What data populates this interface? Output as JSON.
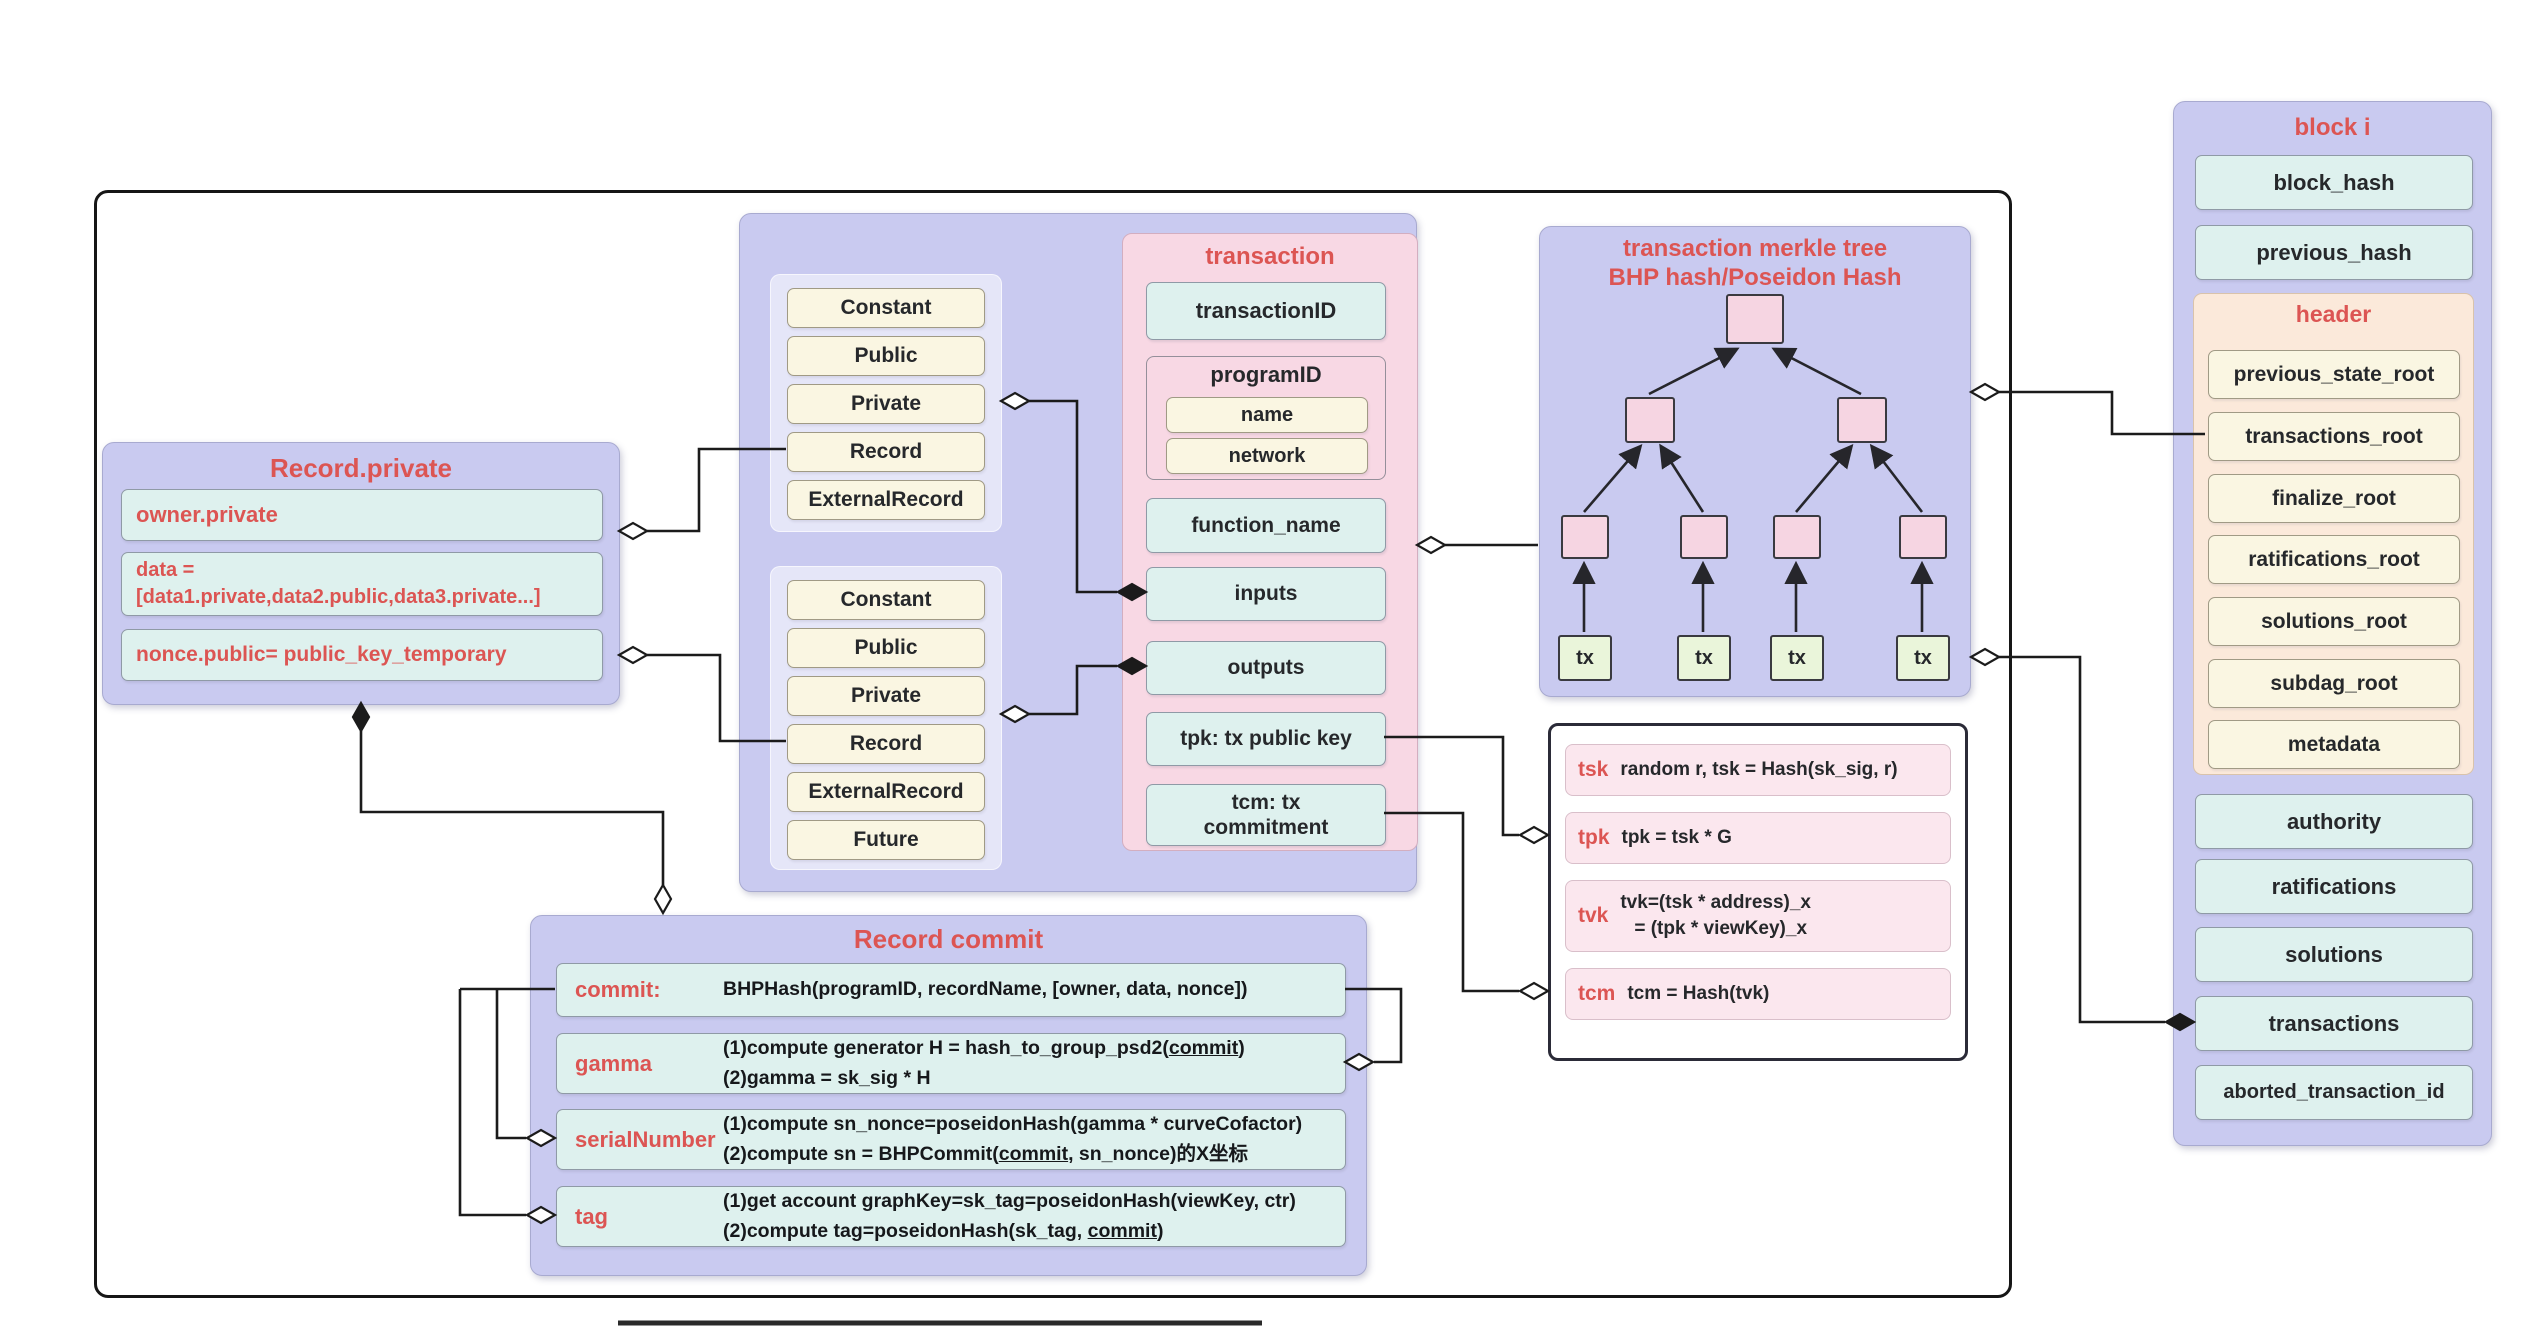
{
  "colors": {
    "accent_red": "#dc5553",
    "panel_lavender": "#c9caf0",
    "panel_pink": "#f8d8e4",
    "box_cyan": "#def1ee",
    "box_cream": "#faf6e2",
    "box_green": "#eaf5da",
    "header_peach": "#fbe9da",
    "row_pink": "#fbe7ee"
  },
  "record_private": {
    "title": "Record.private",
    "owner": "owner.private",
    "data_line1": "data =",
    "data_line2": "[data1.private,data2.public,data3.private...]",
    "nonce": "nonce.public= public_key_temporary"
  },
  "io_types": {
    "group1": [
      "Constant",
      "Public",
      "Private",
      "Record",
      "ExternalRecord"
    ],
    "group2": [
      "Constant",
      "Public",
      "Private",
      "Record",
      "ExternalRecord",
      "Future"
    ]
  },
  "transaction": {
    "title": "transaction",
    "transaction_id": "transactionID",
    "program_id": {
      "title": "programID",
      "name": "name",
      "network": "network"
    },
    "function_name": "function_name",
    "inputs": "inputs",
    "outputs": "outputs",
    "tpk": "tpk: tx public key",
    "tcm_line1": "tcm: tx",
    "tcm_line2": "commitment"
  },
  "merkle": {
    "title_line1": "transaction merkle tree",
    "title_line2": "BHP hash/Poseidon Hash",
    "leaf_label": "tx"
  },
  "keys": {
    "tsk_label": "tsk",
    "tsk_text": "random r,  tsk = Hash(sk_sig, r)",
    "tpk_label": "tpk",
    "tpk_text": "tpk = tsk * G",
    "tvk_label": "tvk",
    "tvk_line1": "tvk=(tsk * address)_x",
    "tvk_line2": "= (tpk * viewKey)_x",
    "tcm_label": "tcm",
    "tcm_text": "tcm = Hash(tvk)"
  },
  "record_commit": {
    "title": "Record commit",
    "commit_label": "commit:",
    "commit_text": "BHPHash(programID, recordName, [owner, data, nonce])",
    "gamma_label": "gamma",
    "gamma_l1_pre": "(1)compute generator H = hash_to_group_psd2(",
    "gamma_l1_u": "commit",
    "gamma_l1_post": ")",
    "gamma_l2": "(2)gamma = sk_sig * H",
    "sn_label": "serialNumber",
    "sn_l1": "(1)compute sn_nonce=poseidonHash(gamma * curveCofactor)",
    "sn_l2_pre": "(2)compute sn = BHPCommit(",
    "sn_l2_u": "commit",
    "sn_l2_post": ", sn_nonce)的X坐标",
    "tag_label": "tag",
    "tag_l1": "(1)get account graphKey=sk_tag=poseidonHash(viewKey, ctr)",
    "tag_l2_pre": "(2)compute tag=poseidonHash(sk_tag, ",
    "tag_l2_u": "commit",
    "tag_l2_post": ")"
  },
  "block": {
    "title": "block i",
    "fields_top": [
      "block_hash",
      "previous_hash"
    ],
    "header": {
      "title": "header",
      "fields": [
        "previous_state_root",
        "transactions_root",
        "finalize_root",
        "ratifications_root",
        "solutions_root",
        "subdag_root",
        "metadata"
      ]
    },
    "fields_bottom": [
      "authority",
      "ratifications",
      "solutions",
      "transactions",
      "aborted_transaction_id"
    ]
  }
}
